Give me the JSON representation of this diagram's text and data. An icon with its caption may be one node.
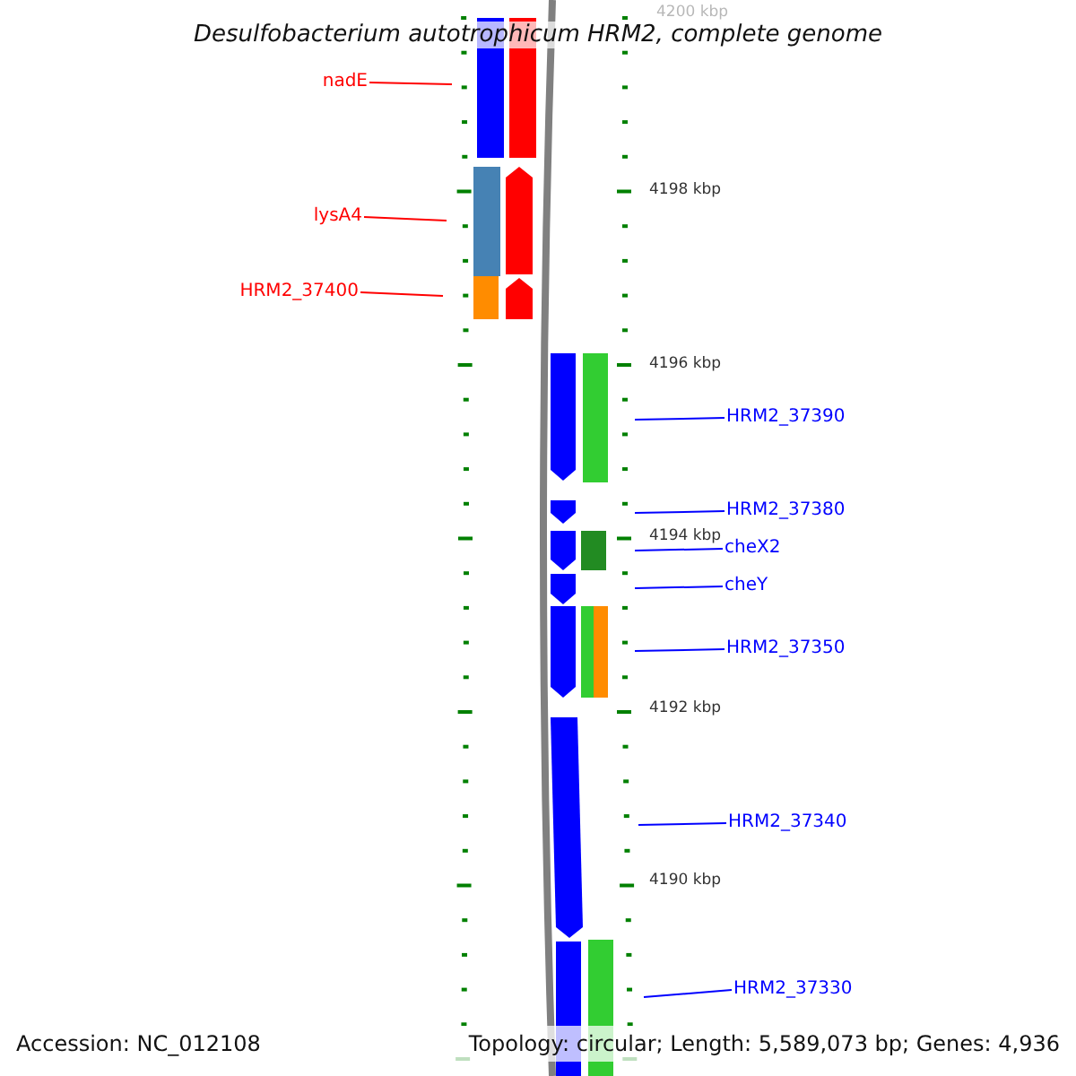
{
  "diagram": {
    "title": "Desulfobacterium autotrophicum HRM2, complete genome",
    "nodes": [
      {
        "text": [
          "nadE"
        ]
      },
      {
        "text": [
          "lysA4"
        ]
      },
      {
        "text": [
          "HRM2_37400"
        ]
      },
      {
        "text": [
          "HRM2_37390"
        ]
      },
      {
        "text": [
          "HRM2_37380"
        ]
      },
      {
        "text": [
          "cheX2"
        ]
      },
      {
        "text": [
          "cheY"
        ]
      },
      {
        "text": [
          "HRM2_37350"
        ]
      },
      {
        "text": [
          "HRM2_37340"
        ]
      },
      {
        "text": [
          "HRM2_37330"
        ]
      }
    ],
    "edges": [
      {
        "from": 0,
        "to": null,
        "arrow": "none",
        "color": "#ff0000"
      },
      {
        "from": 1,
        "to": null,
        "arrow": "none",
        "color": "#ff0000"
      },
      {
        "from": 2,
        "to": null,
        "arrow": "none",
        "color": "#ff0000"
      },
      {
        "from": 3,
        "to": null,
        "arrow": "none"
      },
      {
        "from": 4,
        "to": null,
        "arrow": "none"
      },
      {
        "from": 5,
        "to": null,
        "arrow": "none"
      },
      {
        "from": 6,
        "to": null,
        "arrow": "none"
      },
      {
        "from": 7,
        "to": null,
        "arrow": "none"
      },
      {
        "from": 8,
        "to": null,
        "arrow": "none"
      },
      {
        "from": 9,
        "to": null,
        "arrow": "none"
      }
    ],
    "labels": [
      "4200 kbp",
      "4198 kbp",
      "4196 kbp",
      "4194 kbp",
      "4192 kbp",
      "4190 kbp",
      "Accession: NC_012108",
      "Topology: circular; Length: 5,589,073 bp; Genes: 4,936"
    ]
  }
}
